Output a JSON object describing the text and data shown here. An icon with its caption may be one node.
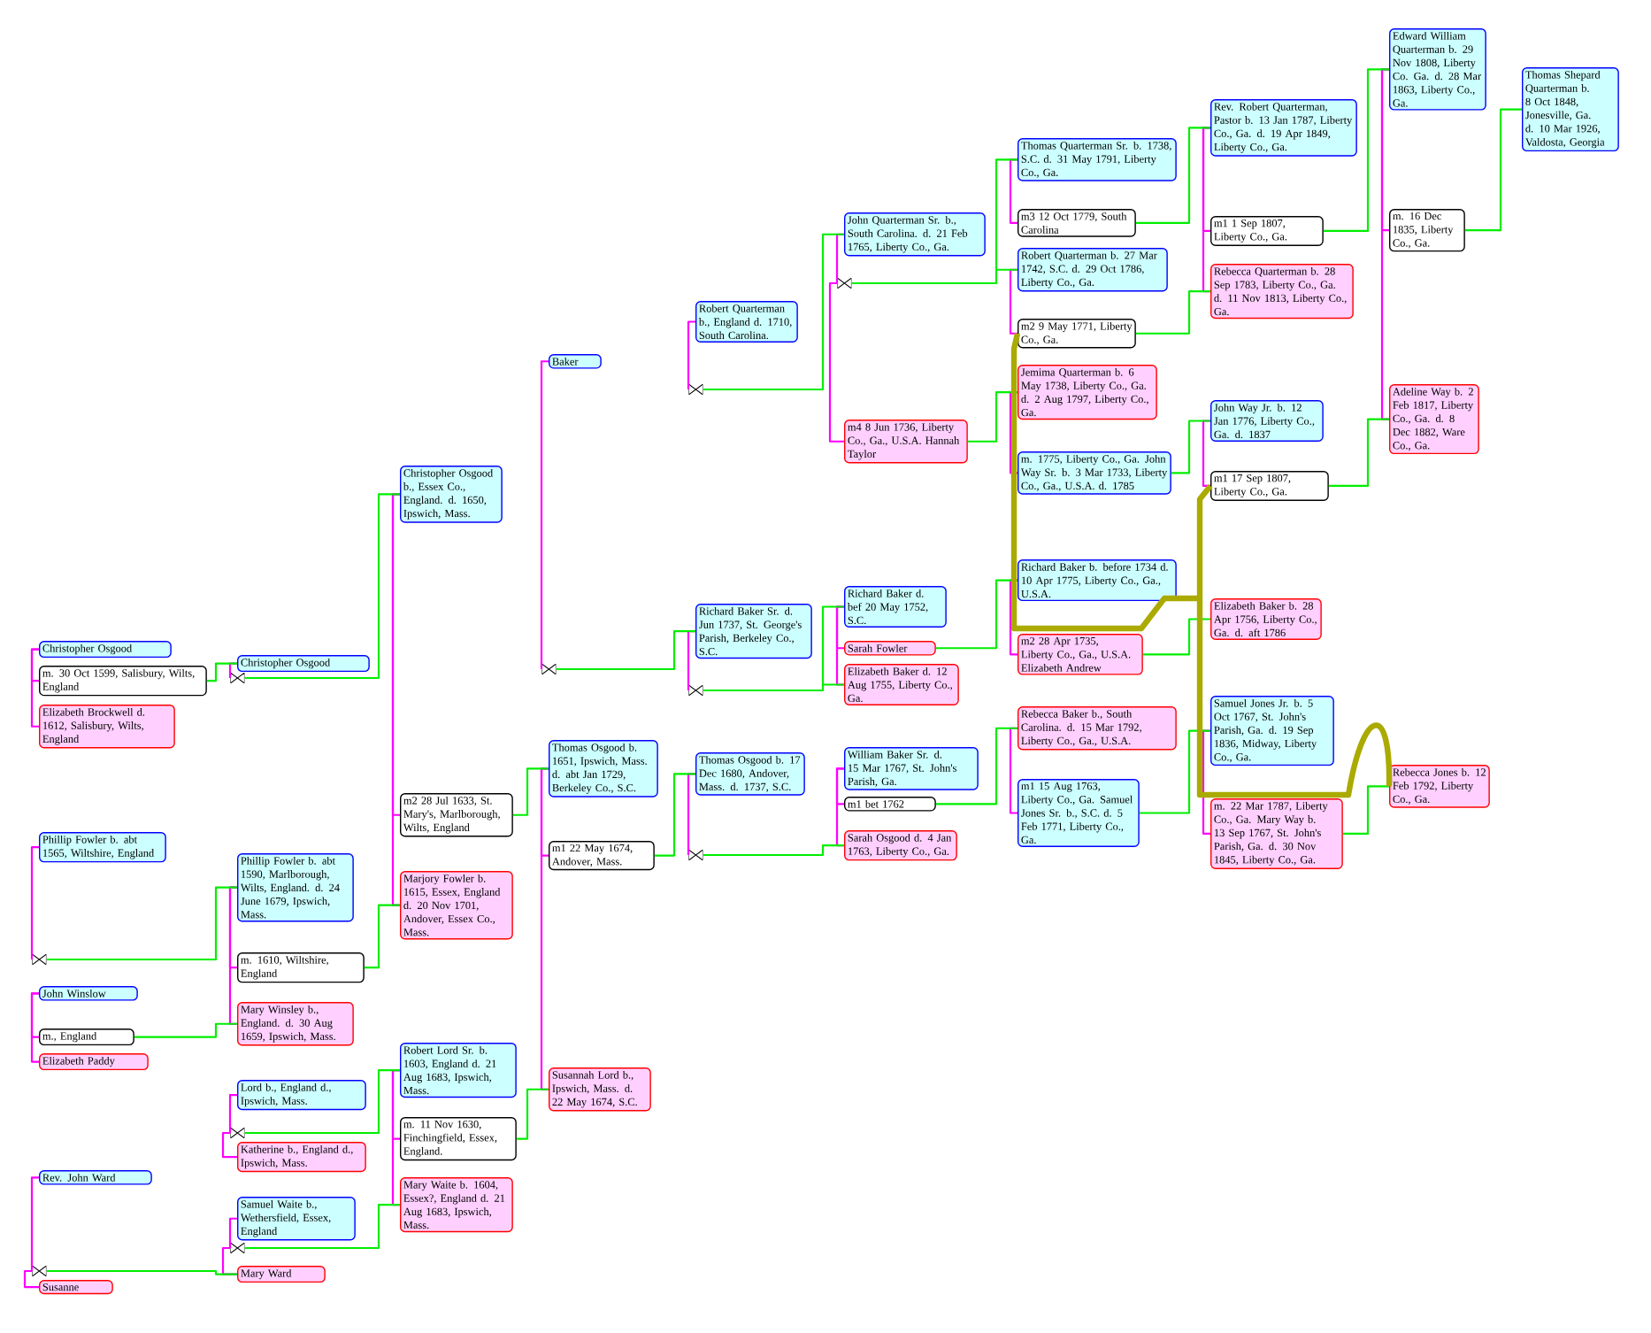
{
  "diagram": {
    "nodes": [
      {
        "text": [
          "Christopher Osgood"
        ]
      },
      {
        "text": [
          "m. 30 Oct 1599, Salisbury, Wilts, England"
        ]
      },
      {
        "text": [
          "Elizabeth Brockwell d. 1612, Salisbury, Wilts, England"
        ]
      },
      {
        "text": [
          "Phillip Fowler b. abt 1565, Wiltshire, England"
        ]
      },
      {
        "text": [
          "John Winslow"
        ]
      },
      {
        "text": [
          "m., England"
        ]
      },
      {
        "text": [
          "Elizabeth Paddy"
        ]
      },
      {
        "text": [
          "Rev. John Ward"
        ]
      },
      {
        "text": [
          "Susanne"
        ]
      },
      {
        "text": [
          "Christopher Osgood"
        ]
      },
      {
        "text": [
          "Phillip Fowler b. abt 1590, Marlborough, Wilts, England. d. 24 June 1679, Ipswich, Mass."
        ]
      },
      {
        "text": [
          "m. 1610, Wiltshire, England"
        ]
      },
      {
        "text": [
          "Mary Winsley b., England. d. 30 Aug 1659, Ipswich, Mass."
        ]
      },
      {
        "text": [
          "Lord b., England d., Ipswich, Mass."
        ]
      },
      {
        "text": [
          "Katherine b., England d., Ipswich, Mass."
        ]
      },
      {
        "text": [
          "Samuel Waite b., Wethersfield, Essex, England"
        ]
      },
      {
        "text": [
          "Mary Ward"
        ]
      },
      {
        "text": [
          "Christopher Osgood b., Essex Co., England. d. 1650, Ipswich, Mass."
        ]
      },
      {
        "text": [
          "m2 28 Jul 1633, St. Mary's, Marlborough, Wilts, England"
        ]
      },
      {
        "text": [
          "Marjory Fowler b. 1615, Essex, England d. 20 Nov 1701, Andover, Essex Co., Mass."
        ]
      },
      {
        "text": [
          "Robert Lord Sr. b. 1603, England d. 21 Aug 1683, Ipswich, Mass."
        ]
      },
      {
        "text": [
          "m. 11 Nov 1630, Finchingfield, Essex, England."
        ]
      },
      {
        "text": [
          "Mary Waite b. 1604, Essex?, England d. 21 Aug 1683, Ipswich, Mass."
        ]
      },
      {
        "text": [
          "Baker"
        ]
      },
      {
        "text": [
          "Thomas Osgood b. 1651, Ipswich, Mass. d. abt Jan 1729, Berkeley Co., S.C."
        ]
      },
      {
        "text": [
          "m1 22 May 1674, Andover, Mass."
        ]
      },
      {
        "text": [
          "Susannah Lord b., Ipswich, Mass. d. 22 May 1674, S.C."
        ]
      },
      {
        "text": [
          "Robert Quarterman b., England d. 1710, South Carolina."
        ]
      },
      {
        "text": [
          "Richard Baker Sr. d. Jun 1737, St. George's Parish, Berkeley Co., S.C."
        ]
      },
      {
        "text": [
          "Thomas Osgood b. 17 Dec 1680, Andover, Mass. d. 1737, S.C."
        ]
      },
      {
        "text": [
          "John Quarterman Sr. b., South Carolina. d. 21 Feb 1765, Liberty Co., Ga."
        ]
      },
      {
        "text": [
          "m4 8 Jun 1736, Liberty Co., Ga., U.S.A. Hannah Taylor"
        ]
      },
      {
        "text": [
          "Richard Baker d. bef 20 May 1752, S.C."
        ]
      },
      {
        "text": [
          "Sarah Fowler"
        ]
      },
      {
        "text": [
          "Elizabeth Baker d. 12 Aug 1755, Liberty Co., Ga."
        ]
      },
      {
        "text": [
          "William Baker Sr. d. 15 Mar 1767, St. John's Parish, Ga."
        ]
      },
      {
        "text": [
          "m1 bet 1762"
        ]
      },
      {
        "text": [
          "Sarah Osgood d. 4 Jan 1763, Liberty Co., Ga."
        ]
      },
      {
        "text": [
          "Thomas Quarterman Sr. b. 1738, S.C. d. 31 May 1791, Liberty Co., Ga."
        ]
      },
      {
        "text": [
          "m3 12 Oct 1779, South Carolina"
        ]
      },
      {
        "text": [
          "Robert Quarterman b. 27 Mar 1742, S.C. d. 29 Oct 1786, Liberty Co., Ga."
        ]
      },
      {
        "text": [
          "m2 9 May 1771, Liberty Co., Ga."
        ]
      },
      {
        "text": [
          "Jemima Quarterman b. 6 May 1738, Liberty Co., Ga. d. 2 Aug 1797, Liberty Co., Ga."
        ]
      },
      {
        "text": [
          "m. 1775, Liberty Co., Ga. John Way Sr. b. 3 Mar 1733, Liberty Co., Ga., U.S.A. d. 1785"
        ]
      },
      {
        "text": [
          "Richard Baker b. before 1734 d. 10 Apr 1775, Liberty Co., Ga., U.S.A."
        ]
      },
      {
        "text": [
          "m2 28 Apr 1735, Liberty Co., Ga., U.S.A. Elizabeth Andrew"
        ]
      },
      {
        "text": [
          "Rebecca Baker b., South Carolina. d. 15 Mar 1792, Liberty Co., Ga., U.S.A."
        ]
      },
      {
        "text": [
          "m1 15 Aug 1763, Liberty Co., Ga. Samuel Jones Sr. b., S.C. d. 5 Feb 1771, Liberty Co., Ga."
        ]
      },
      {
        "text": [
          "Rev. Robert Quarterman, Pastor b. 13 Jan 1787, Liberty Co., Ga. d. 19 Apr 1849, Liberty Co., Ga."
        ]
      },
      {
        "text": [
          "m1 1 Sep 1807, Liberty Co., Ga."
        ]
      },
      {
        "text": [
          "Rebecca Quarterman b. 28 Sep 1783, Liberty Co., Ga. d. 11 Nov 1813, Liberty Co., Ga."
        ]
      },
      {
        "text": [
          "John Way Jr. b. 12 Jan 1776, Liberty Co., Ga. d. 1837"
        ]
      },
      {
        "text": [
          "m1 17 Sep 1807, Liberty Co., Ga."
        ]
      },
      {
        "text": [
          "Elizabeth Baker b. 28 Apr 1756, Liberty Co., Ga. d. aft 1786"
        ]
      },
      {
        "text": [
          "Samuel Jones Jr. b. 5 Oct 1767, St. John's Parish, Ga. d. 19 Sep 1836, Midway, Liberty Co., Ga."
        ]
      },
      {
        "text": [
          "m. 22 Mar 1787, Liberty Co., Ga. Mary Way b. 13 Sep 1767, St. John's Parish, Ga. d. 30 Nov 1845, Liberty Co., Ga."
        ]
      },
      {
        "text": [
          "Edward William Quarterman b. 29 Nov 1808, Liberty Co. Ga. d. 28 Mar 1863, Liberty Co., Ga."
        ]
      },
      {
        "text": [
          "m. 16 Dec 1835, Liberty Co., Ga."
        ]
      },
      {
        "text": [
          "Adeline Way b. 2 Feb 1817, Liberty Co., Ga. d. 8 Dec 1882, Ware Co., Ga."
        ]
      },
      {
        "text": [
          "Rebecca Jones b. 12 Feb 1792, Liberty Co., Ga."
        ]
      },
      {
        "text": [
          "Thomas Shepard Quarterman b. 8 Oct 1848, Jonesville, Ga. d. 10 Mar 1926, Valdosta, Georgia"
        ]
      },
      {
        "text": [],
        "shape": "bowtie"
      },
      {
        "text": [],
        "shape": "bowtie"
      },
      {
        "text": [],
        "shape": "bowtie"
      },
      {
        "text": [],
        "shape": "bowtie"
      },
      {
        "text": [],
        "shape": "bowtie"
      },
      {
        "text": [],
        "shape": "bowtie"
      },
      {
        "text": [],
        "shape": "bowtie"
      },
      {
        "text": [],
        "shape": "bowtie"
      },
      {
        "text": [],
        "shape": "bowtie"
      },
      {
        "text": [],
        "shape": "bowtie"
      }
    ],
    "edges": [
      {
        "from": 0,
        "to": 1,
        "arrow": "none",
        "color": "#ff00ff"
      },
      {
        "from": 0,
        "to": 2,
        "arrow": "none",
        "color": "#ff00ff"
      },
      {
        "from": 3,
        "to": 61,
        "arrow": "none",
        "color": "#ff00ff"
      },
      {
        "from": 4,
        "to": 5,
        "arrow": "none",
        "color": "#ff00ff"
      },
      {
        "from": 4,
        "to": 6,
        "arrow": "none",
        "color": "#ff00ff"
      },
      {
        "from": 7,
        "to": 62,
        "arrow": "none",
        "color": "#ff00ff"
      },
      {
        "from": 62,
        "to": 8,
        "arrow": "none",
        "color": "#ff00ff"
      },
      {
        "from": 9,
        "to": 63,
        "arrow": "none",
        "color": "#ff00ff"
      },
      {
        "from": 10,
        "to": 11,
        "arrow": "none",
        "color": "#ff00ff"
      },
      {
        "from": 10,
        "to": 12,
        "arrow": "none",
        "color": "#ff00ff"
      },
      {
        "from": 13,
        "to": 64,
        "arrow": "none",
        "color": "#ff00ff"
      },
      {
        "from": 64,
        "to": 14,
        "arrow": "none",
        "color": "#ff00ff"
      },
      {
        "from": 15,
        "to": 65,
        "arrow": "none",
        "color": "#ff00ff"
      },
      {
        "from": 65,
        "to": 16,
        "arrow": "none",
        "color": "#ff00ff"
      },
      {
        "from": 17,
        "to": 18,
        "arrow": "none",
        "color": "#ff00ff"
      },
      {
        "from": 17,
        "to": 19,
        "arrow": "none",
        "color": "#ff00ff"
      },
      {
        "from": 20,
        "to": 21,
        "arrow": "none",
        "color": "#ff00ff"
      },
      {
        "from": 20,
        "to": 22,
        "arrow": "none",
        "color": "#ff00ff"
      },
      {
        "from": 23,
        "to": 66,
        "arrow": "none",
        "color": "#ff00ff"
      },
      {
        "from": 24,
        "to": 25,
        "arrow": "none",
        "color": "#ff00ff"
      },
      {
        "from": 24,
        "to": 26,
        "arrow": "none",
        "color": "#ff00ff"
      },
      {
        "from": 27,
        "to": 67,
        "arrow": "none",
        "color": "#ff00ff"
      },
      {
        "from": 28,
        "to": 68,
        "arrow": "none",
        "color": "#ff00ff"
      },
      {
        "from": 29,
        "to": 69,
        "arrow": "none",
        "color": "#ff00ff"
      },
      {
        "from": 30,
        "to": 70,
        "arrow": "none",
        "color": "#ff00ff"
      },
      {
        "from": 70,
        "to": 31,
        "arrow": "none",
        "color": "#ff00ff"
      },
      {
        "from": 32,
        "to": 33,
        "arrow": "none",
        "color": "#ff00ff"
      },
      {
        "from": 32,
        "to": 34,
        "arrow": "none",
        "color": "#ff00ff"
      },
      {
        "from": 35,
        "to": 36,
        "arrow": "none",
        "color": "#ff00ff"
      },
      {
        "from": 35,
        "to": 37,
        "arrow": "none",
        "color": "#ff00ff"
      },
      {
        "from": 38,
        "to": 39,
        "arrow": "none",
        "color": "#ff00ff"
      },
      {
        "from": 40,
        "to": 41,
        "arrow": "none",
        "color": "#ff00ff"
      },
      {
        "from": 42,
        "to": 43,
        "arrow": "none",
        "color": "#ff00ff"
      },
      {
        "from": 44,
        "to": 45,
        "arrow": "none",
        "color": "#ff00ff"
      },
      {
        "from": 46,
        "to": 47,
        "arrow": "none",
        "color": "#ff00ff"
      },
      {
        "from": 48,
        "to": 49,
        "arrow": "none",
        "color": "#ff00ff"
      },
      {
        "from": 48,
        "to": 50,
        "arrow": "none",
        "color": "#ff00ff"
      },
      {
        "from": 51,
        "to": 52,
        "arrow": "none",
        "color": "#ff00ff"
      },
      {
        "from": 54,
        "to": 55,
        "arrow": "none",
        "color": "#ff00ff"
      },
      {
        "from": 56,
        "to": 57,
        "arrow": "none",
        "color": "#ff00ff"
      },
      {
        "from": 56,
        "to": 58,
        "arrow": "none",
        "color": "#ff00ff"
      },
      {
        "from": 1,
        "to": 9,
        "arrow": "none",
        "color": "#00ee00"
      },
      {
        "from": 61,
        "to": 10,
        "arrow": "none",
        "color": "#00ee00"
      },
      {
        "from": 5,
        "to": 12,
        "arrow": "none",
        "color": "#00ee00"
      },
      {
        "from": 62,
        "to": 16,
        "arrow": "none",
        "color": "#00ee00"
      },
      {
        "from": 63,
        "to": 17,
        "arrow": "none",
        "color": "#00ee00"
      },
      {
        "from": 11,
        "to": 19,
        "arrow": "none",
        "color": "#00ee00"
      },
      {
        "from": 64,
        "to": 20,
        "arrow": "none",
        "color": "#00ee00"
      },
      {
        "from": 65,
        "to": 22,
        "arrow": "none",
        "color": "#00ee00"
      },
      {
        "from": 18,
        "to": 24,
        "arrow": "none",
        "color": "#00ee00"
      },
      {
        "from": 21,
        "to": 26,
        "arrow": "none",
        "color": "#00ee00"
      },
      {
        "from": 66,
        "to": 28,
        "arrow": "none",
        "color": "#00ee00"
      },
      {
        "from": 25,
        "to": 29,
        "arrow": "none",
        "color": "#00ee00"
      },
      {
        "from": 67,
        "to": 30,
        "arrow": "none",
        "color": "#00ee00"
      },
      {
        "from": 68,
        "to": 32,
        "arrow": "none",
        "color": "#00ee00"
      },
      {
        "from": 68,
        "to": 34,
        "arrow": "none",
        "color": "#00ee00"
      },
      {
        "from": 69,
        "to": 37,
        "arrow": "none",
        "color": "#00ee00"
      },
      {
        "from": 70,
        "to": 38,
        "arrow": "none",
        "color": "#00ee00"
      },
      {
        "from": 70,
        "to": 40,
        "arrow": "none",
        "color": "#00ee00"
      },
      {
        "from": 31,
        "to": 42,
        "arrow": "none",
        "color": "#00ee00"
      },
      {
        "from": 33,
        "to": 44,
        "arrow": "none",
        "color": "#00ee00"
      },
      {
        "from": 36,
        "to": 46,
        "arrow": "none",
        "color": "#00ee00"
      },
      {
        "from": 39,
        "to": 48,
        "arrow": "none",
        "color": "#00ee00"
      },
      {
        "from": 41,
        "to": 50,
        "arrow": "none",
        "color": "#00ee00"
      },
      {
        "from": 43,
        "to": 51,
        "arrow": "none",
        "color": "#00ee00"
      },
      {
        "from": 45,
        "to": 53,
        "arrow": "none",
        "color": "#00ee00"
      },
      {
        "from": 47,
        "to": 54,
        "arrow": "none",
        "color": "#00ee00"
      },
      {
        "from": 49,
        "to": 56,
        "arrow": "none",
        "color": "#00ee00"
      },
      {
        "from": 52,
        "to": 58,
        "arrow": "none",
        "color": "#00ee00"
      },
      {
        "from": 55,
        "to": 59,
        "arrow": "none",
        "color": "#00ee00"
      },
      {
        "from": 57,
        "to": 60,
        "arrow": "none",
        "color": "#00ee00"
      },
      {
        "from": 41,
        "to": 59,
        "arrow": "none",
        "style": "thick",
        "color": "#aaaa00"
      },
      {
        "from": 52,
        "to": 59,
        "arrow": "none",
        "style": "thick",
        "color": "#aaaa00"
      }
    ]
  }
}
